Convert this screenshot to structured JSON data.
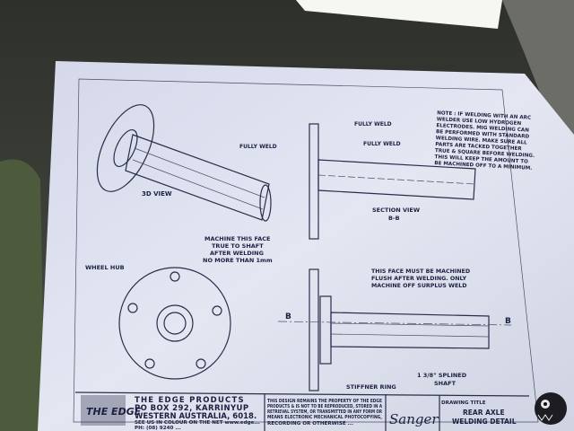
{
  "drawing": {
    "note_lines": [
      "NOTE : IF WELDING WITH AN ARC",
      "WELDER USE LOW HYDROGEN",
      "ELECTRODES. MIG WELDING CAN",
      "BE PERFORMED WITH STANDARD",
      "WELDING WIRE. MAKE SURE ALL",
      "PARTS ARE TACKED TOGETHER",
      "TRUE & SQUARE BEFORE WELDING.",
      "THIS WILL KEEP THE AMOUNT TO",
      "BE MACHINED OFF TO A MINIMUM."
    ],
    "fully_weld_1": "FULLY WELD",
    "fully_weld_2": "FULLY WELD",
    "fully_weld_3": "FULLY WELD",
    "view_3d": "3D VIEW",
    "section_view": "SECTION VIEW",
    "section_id": "B-B",
    "machine_face_lines": [
      "MACHINE THIS FACE",
      "TRUE TO SHAFT",
      "AFTER WELDING",
      "NO MORE THAN 1mm"
    ],
    "wheel_hub": "WHEEL HUB",
    "flush_lines": [
      "THIS FACE MUST BE MACHINED",
      "FLUSH AFTER WELDING. ONLY",
      "MACHINE OFF SURPLUS WELD"
    ],
    "section_marker_left": "B",
    "section_marker_right": "B",
    "stiffner_ring": "STIFFNER RING",
    "splined_lines": [
      "1 3/8\" SPLINED",
      "SHAFT"
    ]
  },
  "title_block": {
    "logo_text": "THE EDGE",
    "company_lines": [
      "THE EDGE PRODUCTS",
      "PO BOX 292, KARRINYUP",
      "WESTERN AUSTRALIA, 6018."
    ],
    "web_line": "SEE US IN COLOUR ON THE NET  www.edge...",
    "phone_line": "PH: (08) 9240 ...",
    "copyright_lines": [
      "THIS DESIGN REMAINS THE PROPERTY OF THE EDGE",
      "PRODUCTS & IS NOT TO BE REPRODUCED, STORED IN A",
      "RETRIEVAL SYSTEM, OR TRANSMITTED IN ANY FORM OR",
      "MEANS ELECTRONIC MECHANICAL PHOTOCOPYING,",
      "RECORDING OR OTHERWISE ..."
    ],
    "signature": "Sanger",
    "drawing_title_label": "DRAWING TITLE",
    "drawing_title_lines": [
      "REAR AXLE",
      "WELDING DETAIL"
    ]
  }
}
